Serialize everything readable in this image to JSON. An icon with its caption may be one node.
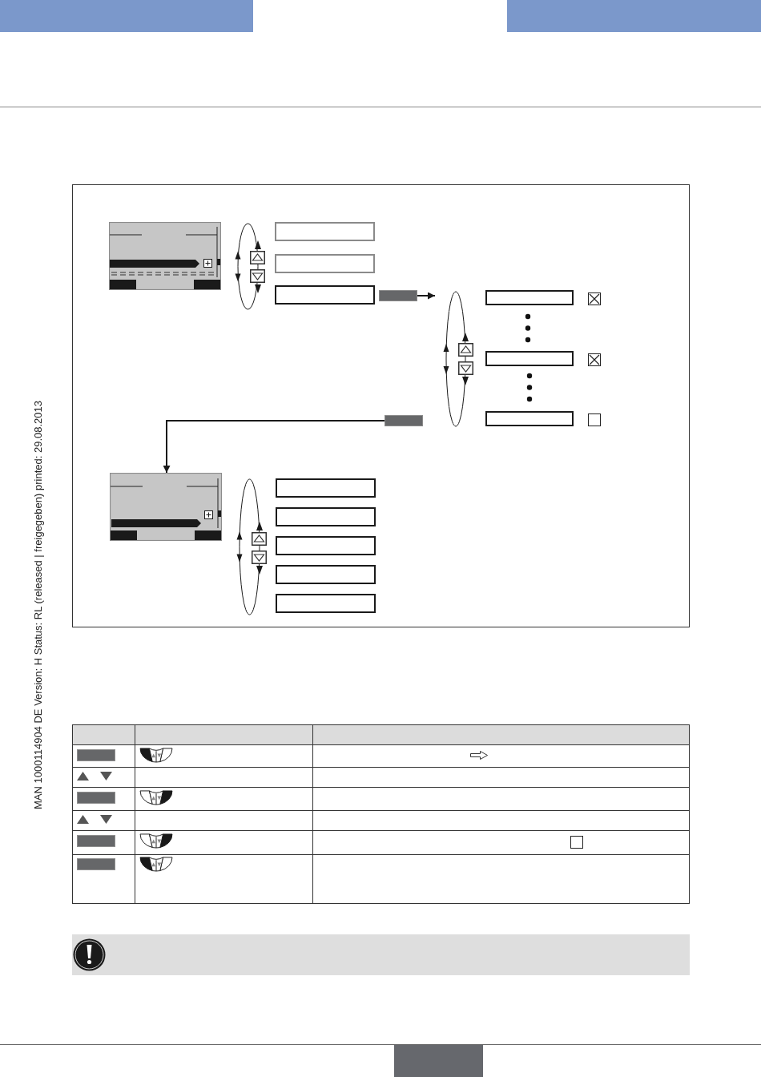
{
  "diagram": {
    "nodes": [
      {
        "text": [],
        "shape": "picture"
      },
      {
        "text": [],
        "shape": "box"
      },
      {
        "text": [],
        "shape": "box"
      },
      {
        "text": [],
        "shape": "box"
      },
      {
        "text": [],
        "shape": "bar"
      },
      {
        "text": [],
        "shape": "box"
      },
      {
        "text": [],
        "shape": "box"
      },
      {
        "text": [],
        "shape": "box"
      },
      {
        "text": [],
        "shape": "bar"
      },
      {
        "text": [],
        "shape": "picture"
      },
      {
        "text": [],
        "shape": "box"
      },
      {
        "text": [],
        "shape": "box"
      },
      {
        "text": [],
        "shape": "box"
      },
      {
        "text": [],
        "shape": "box"
      },
      {
        "text": [],
        "shape": "box"
      }
    ],
    "edges": [
      {
        "from": 4,
        "to": null,
        "arrow": "to"
      },
      {
        "from": 8,
        "to": 9,
        "arrow": "to"
      }
    ],
    "labels": [
      "MAN 1000114904 DE Version: H Status: RL (released | freigegeben) printed: 29.08.2013"
    ]
  }
}
